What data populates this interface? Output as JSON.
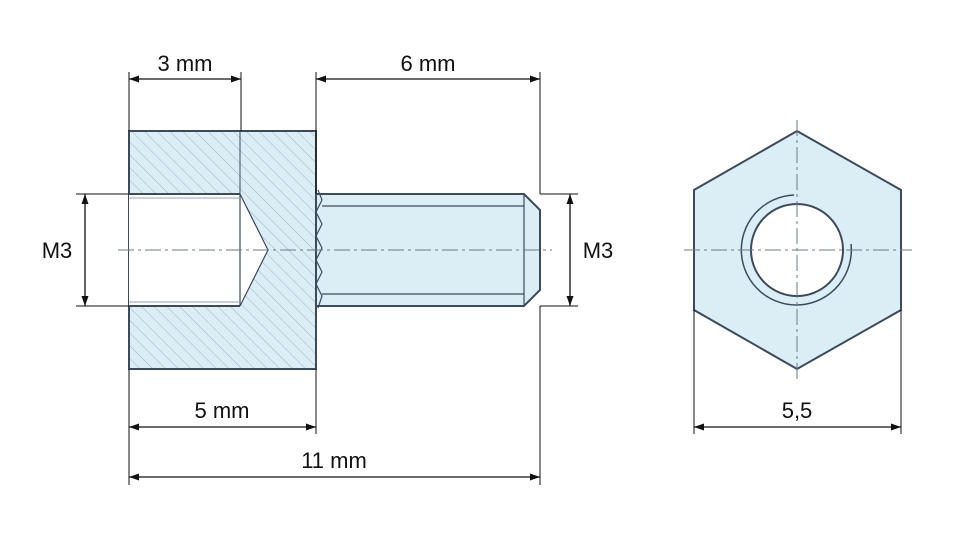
{
  "colors": {
    "part_fill": "#dbeef6",
    "outline": "#3c4a5c",
    "hatch": "#8fa3b4",
    "dimension": "#111111"
  },
  "dimensions": {
    "bore_depth": "3 mm",
    "thread_length": "6 mm",
    "body_length": "5 mm",
    "total_length": "11 mm",
    "inner_thread": "M3",
    "outer_thread": "M3",
    "hex_width": "5,5"
  }
}
